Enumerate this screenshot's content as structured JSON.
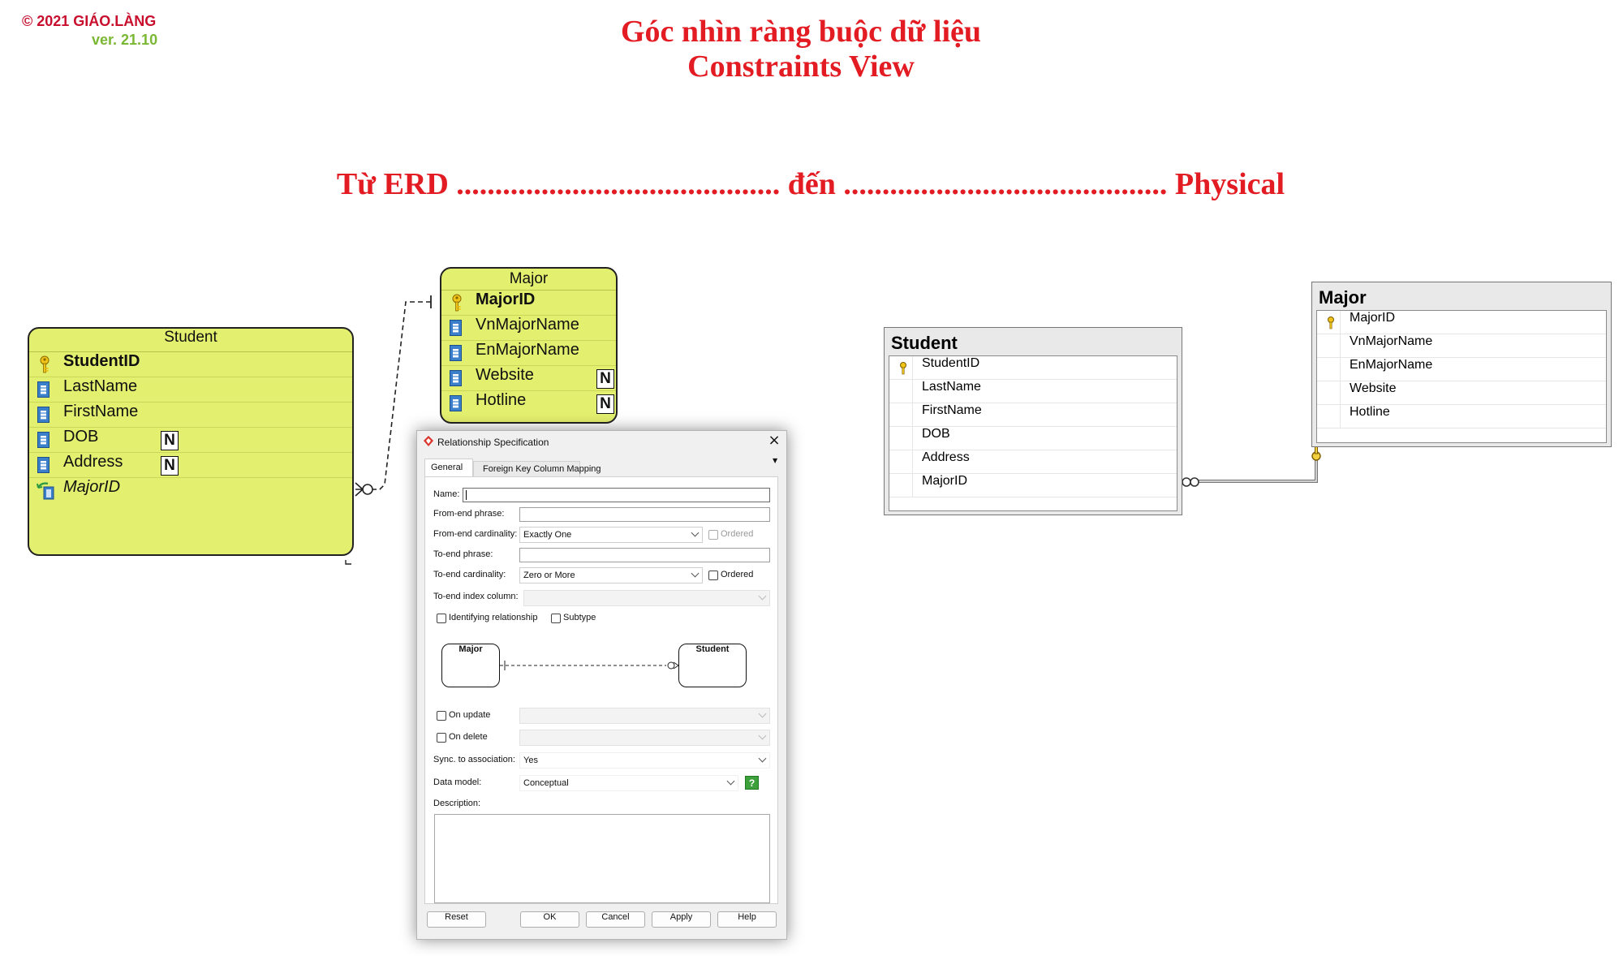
{
  "header": {
    "copyright": "© 2021 GIÁO.LÀNG",
    "version": "ver. 21.10",
    "title_vi": "Góc nhìn ràng buộc dữ liệu",
    "title_en": "Constraints View",
    "subtitle": "Từ ERD .......................................... đến .......................................... Physical"
  },
  "erd": {
    "student": {
      "title": "Student",
      "columns": [
        "StudentID",
        "LastName",
        "FirstName",
        "DOB",
        "Address",
        "MajorID"
      ],
      "nullable_badge": "N"
    },
    "major": {
      "title": "Major",
      "columns": [
        "MajorID",
        "VnMajorName",
        "EnMajorName",
        "Website",
        "Hotline"
      ],
      "nullable_badge": "N"
    }
  },
  "physical": {
    "student": {
      "title": "Student",
      "columns": [
        "StudentID",
        "LastName",
        "FirstName",
        "DOB",
        "Address",
        "MajorID"
      ]
    },
    "major": {
      "title": "Major",
      "columns": [
        "MajorID",
        "VnMajorName",
        "EnMajorName",
        "Website",
        "Hotline"
      ]
    }
  },
  "dialog": {
    "title": "Relationship Specification",
    "tabs": [
      "General",
      "Foreign Key Column Mapping"
    ],
    "labels": {
      "name": "Name:",
      "from_phrase": "From-end phrase:",
      "from_card": "From-end cardinality:",
      "to_phrase": "To-end phrase:",
      "to_card": "To-end cardinality:",
      "to_index": "To-end index column:",
      "identifying": "Identifying relationship",
      "subtype": "Subtype",
      "ordered": "Ordered",
      "on_update": "On update",
      "on_delete": "On delete",
      "sync": "Sync. to association:",
      "data_model": "Data model:",
      "description": "Description:"
    },
    "values": {
      "name": "",
      "from_phrase": "",
      "from_card": "Exactly One",
      "to_phrase": "",
      "to_card": "Zero or More",
      "to_index": "",
      "sync": "Yes",
      "data_model": "Conceptual",
      "description": ""
    },
    "preview": {
      "from": "Major",
      "to": "Student"
    },
    "buttons": {
      "reset": "Reset",
      "ok": "OK",
      "cancel": "Cancel",
      "apply": "Apply",
      "help": "Help"
    },
    "help_glyph": "?"
  }
}
